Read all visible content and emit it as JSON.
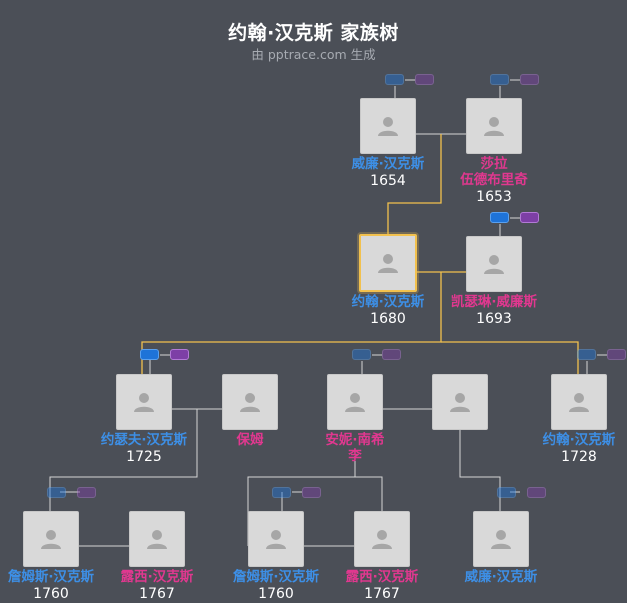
{
  "header": {
    "title": "约翰·汉克斯 家族树",
    "subtitle": "由 pptrace.com 生成"
  },
  "colors": {
    "background": "#4b4f57",
    "male": "#3d8fe6",
    "female": "#e0388f",
    "focus_line": "#f2c14e",
    "line": "#d5d5d5"
  },
  "icons": {
    "avatar": "person-silhouette-icon",
    "toggle_parents": "blue-toggle-icon",
    "toggle_spouse": "purple-toggle-icon"
  },
  "people": {
    "william_1654": {
      "name": "威廉·汉克斯",
      "year": "1654"
    },
    "sarah_1653": {
      "name": "莎拉\n伍德布里奇",
      "year": "1653"
    },
    "john_1680": {
      "name": "约翰·汉克斯",
      "year": "1680"
    },
    "catherine_1693": {
      "name": "凯瑟琳·威廉斯",
      "year": "1693"
    },
    "joseph_1725": {
      "name": "约瑟夫·汉克斯",
      "year": "1725"
    },
    "nanny": {
      "name": "保姆",
      "year": ""
    },
    "annie": {
      "name": "安妮·南希\n李",
      "year": ""
    },
    "unknown": {
      "name": "",
      "year": ""
    },
    "john_1728": {
      "name": "约翰·汉克斯",
      "year": "1728"
    },
    "james_1760a": {
      "name": "詹姆斯·汉克斯",
      "year": "1760"
    },
    "lucy_1767a": {
      "name": "露西·汉克斯",
      "year": "1767"
    },
    "james_1760b": {
      "name": "詹姆斯·汉克斯",
      "year": "1760"
    },
    "lucy_1767b": {
      "name": "露西·汉克斯",
      "year": "1767"
    },
    "william_gc": {
      "name": "威廉·汉克斯",
      "year": ""
    }
  }
}
